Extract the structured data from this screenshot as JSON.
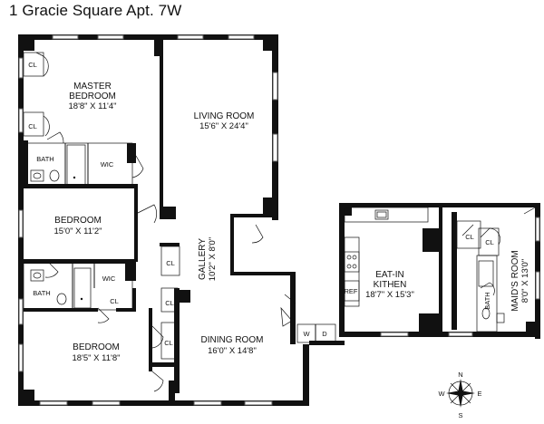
{
  "title": "1 Gracie Square Apt. 7W",
  "rooms": {
    "master_bedroom": {
      "name_line1": "MASTER",
      "name_line2": "BEDROOM",
      "size": "18'8\" X 11'4\""
    },
    "living_room": {
      "name": "LIVING ROOM",
      "size": "15'6\" X 24'4\""
    },
    "bedroom_1": {
      "name": "BEDROOM",
      "size": "15'0\" X 11'2\""
    },
    "gallery": {
      "name": "GALLERY",
      "size": "10'2\" X 8'0\""
    },
    "eat_in_kitchen": {
      "name_line1": "EAT-IN",
      "name_line2": "KITHEN",
      "size": "18'7\" X 15'3\""
    },
    "maids_room": {
      "name": "MAID'S ROOM",
      "size": "8'0\" X 13'0\""
    },
    "dining_room": {
      "name": "DINING ROOM",
      "size": "16'0\" X 14'8\""
    },
    "bedroom_2": {
      "name": "BEDROOM",
      "size": "18'5\" X 11'8\""
    }
  },
  "labels": {
    "cl": "CL",
    "bath": "BATH",
    "wic": "WIC",
    "ref": "REF",
    "w": "W",
    "d": "D"
  },
  "compass": {
    "n": "N",
    "s": "S",
    "e": "E",
    "w": "W"
  }
}
